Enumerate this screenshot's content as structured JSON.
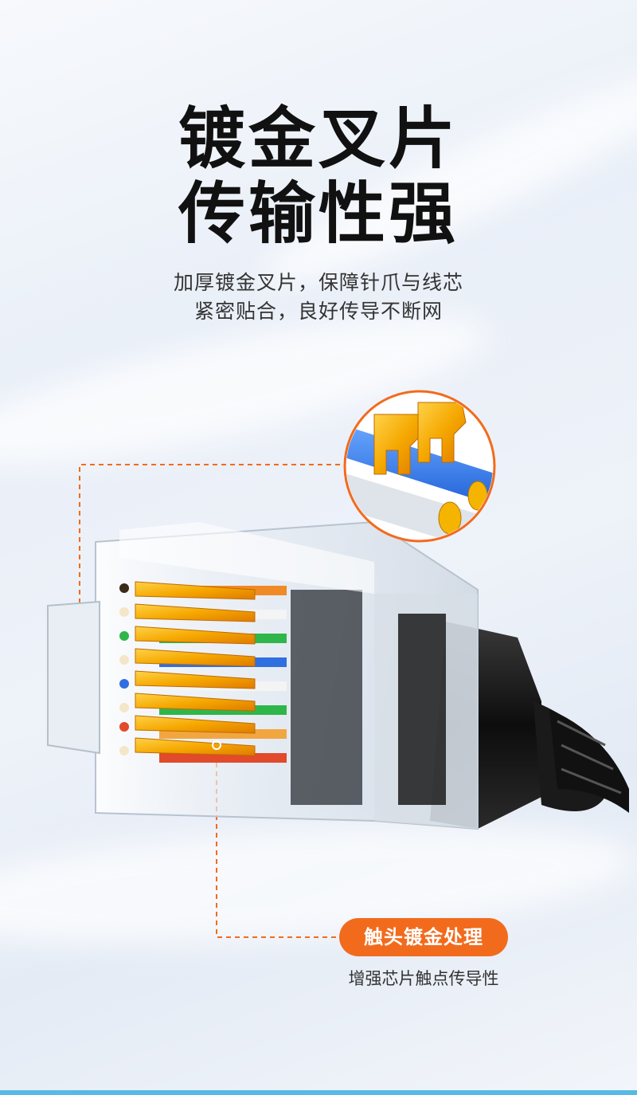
{
  "headline": {
    "line1": "镀金叉片",
    "line2": "传输性强"
  },
  "description": {
    "line1": "加厚镀金叉片，保障针爪与线芯",
    "line2": "紧密贴合，良好传导不断网"
  },
  "callout": {
    "label": "触头镀金处理",
    "text": "增强芯片触点传导性"
  },
  "colors": {
    "accent": "#f26b1c",
    "gold": "#f5b400",
    "bottom_bar": "#57b9e6"
  },
  "icons": [
    "rj45-connector-image",
    "gold-blade-zoom-image"
  ]
}
